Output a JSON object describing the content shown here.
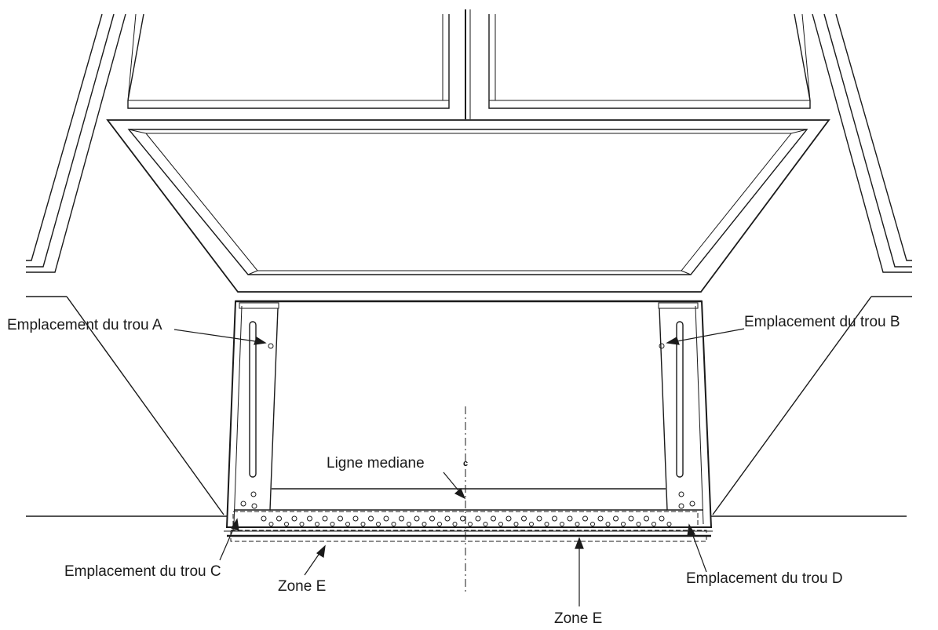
{
  "labels": {
    "hole_a": "Emplacement du trou A",
    "hole_b": "Emplacement du trou B",
    "hole_c": "Emplacement du trou C",
    "hole_d": "Emplacement du trou D",
    "zone_e_left": "Zone E",
    "zone_e_right": "Zone E",
    "median_line": "Ligne mediane",
    "center_mark": "c"
  },
  "colors": {
    "line": "#1a1a1a",
    "background": "#ffffff"
  }
}
